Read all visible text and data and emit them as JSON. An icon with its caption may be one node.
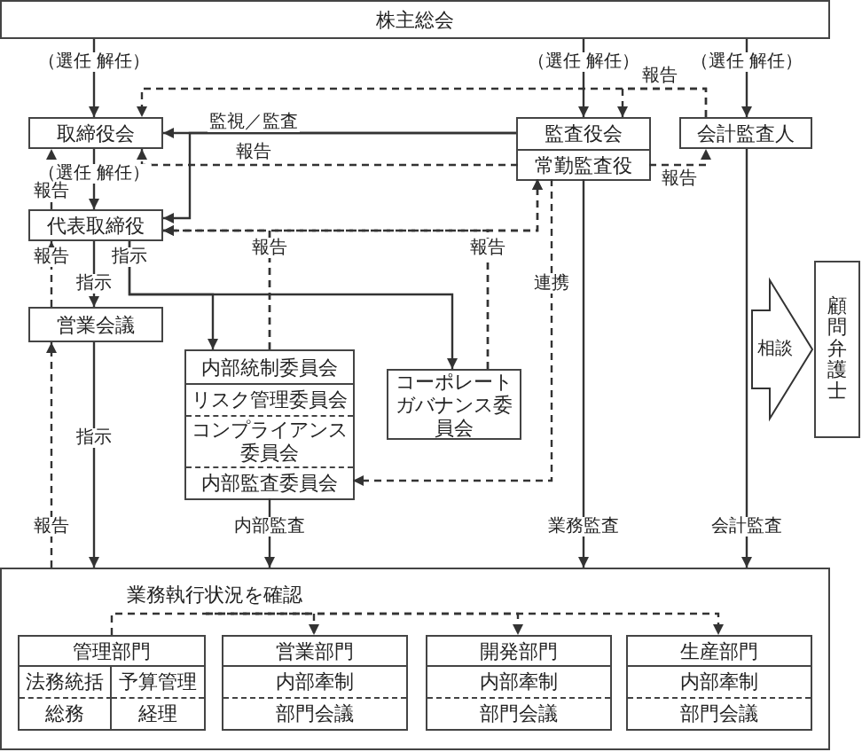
{
  "diagram": {
    "nodes": [
      {
        "text": [
          "株主総会"
        ]
      },
      {
        "text": [
          "取締役会"
        ]
      },
      {
        "text": [
          "監査役会"
        ]
      },
      {
        "text": [
          "常勤監査役"
        ],
        "in": 2
      },
      {
        "text": [
          "会計監査人"
        ]
      },
      {
        "text": [
          "代表取締役"
        ]
      },
      {
        "text": [
          "営業会議"
        ]
      },
      {
        "text": [
          "内部統制委員会"
        ]
      },
      {
        "text": [
          "リスク管理委員会"
        ],
        "in": 7
      },
      {
        "text": [
          "コンプライアンス委員会"
        ],
        "in": 7
      },
      {
        "text": [
          "内部監査委員会"
        ],
        "in": 7
      },
      {
        "text": [
          "コーポレートガバナンス委員会"
        ]
      },
      {
        "text": [
          "顧問弁護士"
        ]
      },
      {
        "text": [
          "業務執行状況を確認"
        ]
      },
      {
        "text": [
          "管理部門"
        ],
        "in": 13
      },
      {
        "text": [
          "法務統括"
        ],
        "in": 14
      },
      {
        "text": [
          "予算管理"
        ],
        "in": 14
      },
      {
        "text": [
          "総務"
        ],
        "in": 14
      },
      {
        "text": [
          "経理"
        ],
        "in": 14
      },
      {
        "text": [
          "営業部門"
        ],
        "in": 13
      },
      {
        "text": [
          "内部牽制"
        ],
        "in": 19
      },
      {
        "text": [
          "部門会議"
        ],
        "in": 19
      },
      {
        "text": [
          "開発部門"
        ],
        "in": 13
      },
      {
        "text": [
          "内部牽制"
        ],
        "in": 22
      },
      {
        "text": [
          "部門会議"
        ],
        "in": 22
      },
      {
        "text": [
          "生産部門"
        ],
        "in": 13
      },
      {
        "text": [
          "内部牽制"
        ],
        "in": 25
      },
      {
        "text": [
          "部門会議"
        ],
        "in": 25
      }
    ],
    "edges": [
      {
        "from": 0,
        "to": 1,
        "arrow": "to",
        "label": "（選任 解任）"
      },
      {
        "from": 0,
        "to": 2,
        "arrow": "to",
        "label": "（選任 解任）"
      },
      {
        "from": 0,
        "to": 4,
        "arrow": "to",
        "label": "（選任 解任）"
      },
      {
        "from": 4,
        "to": 1,
        "arrow": "to",
        "style": "dashed"
      },
      {
        "from": 4,
        "to": 2,
        "arrow": "to",
        "style": "dashed",
        "label": "報告"
      },
      {
        "from": 2,
        "to": 1,
        "arrow": "to",
        "label": "監視／監査"
      },
      {
        "from": 2,
        "to": 5,
        "arrow": "to"
      },
      {
        "from": 3,
        "to": 1,
        "arrow": "to",
        "style": "dashed",
        "label": "報告"
      },
      {
        "from": 3,
        "to": 4,
        "arrow": "to",
        "style": "dashed",
        "label": "報告"
      },
      {
        "from": 1,
        "to": 5,
        "arrow": "to",
        "label": "（選任 解任）"
      },
      {
        "from": 5,
        "to": 1,
        "arrow": "to",
        "style": "dashed",
        "label": "報告"
      },
      {
        "from": 6,
        "to": 5,
        "arrow": "to",
        "style": "dashed",
        "label": "報告"
      },
      {
        "from": 5,
        "to": 6,
        "arrow": "to",
        "label": "指示"
      },
      {
        "from": 5,
        "to": 7,
        "arrow": "to",
        "label": "指示"
      },
      {
        "from": 5,
        "to": 11,
        "arrow": "to"
      },
      {
        "from": 7,
        "to": 5,
        "arrow": "to",
        "style": "dashed",
        "label": "報告"
      },
      {
        "from": 7,
        "to": 3,
        "arrow": "to",
        "style": "dashed"
      },
      {
        "from": 11,
        "to": 5,
        "arrow": "to",
        "style": "dashed",
        "label": "報告"
      },
      {
        "from": 11,
        "to": 3,
        "arrow": "to",
        "style": "dashed"
      },
      {
        "from": 3,
        "to": 10,
        "arrow": "to",
        "style": "dashed",
        "label": "連携"
      },
      {
        "from": 3,
        "to": 13,
        "arrow": "to",
        "label": "業務監査"
      },
      {
        "from": 4,
        "to": 13,
        "arrow": "to",
        "label": "会計監査"
      },
      {
        "from": 6,
        "to": 13,
        "arrow": "to",
        "label": "指示"
      },
      {
        "from": 13,
        "to": 6,
        "arrow": "to",
        "style": "dashed",
        "label": "報告"
      },
      {
        "from": 10,
        "to": 13,
        "arrow": "to",
        "label": "内部監査"
      },
      {
        "from": null,
        "to": 12,
        "arrow": "to",
        "style": "thick",
        "label": "相談"
      },
      {
        "from": 14,
        "to": 19,
        "arrow": "to",
        "style": "dashed"
      },
      {
        "from": 14,
        "to": 22,
        "arrow": "to",
        "style": "dashed"
      },
      {
        "from": 14,
        "to": 25,
        "arrow": "to",
        "style": "dashed"
      }
    ]
  }
}
